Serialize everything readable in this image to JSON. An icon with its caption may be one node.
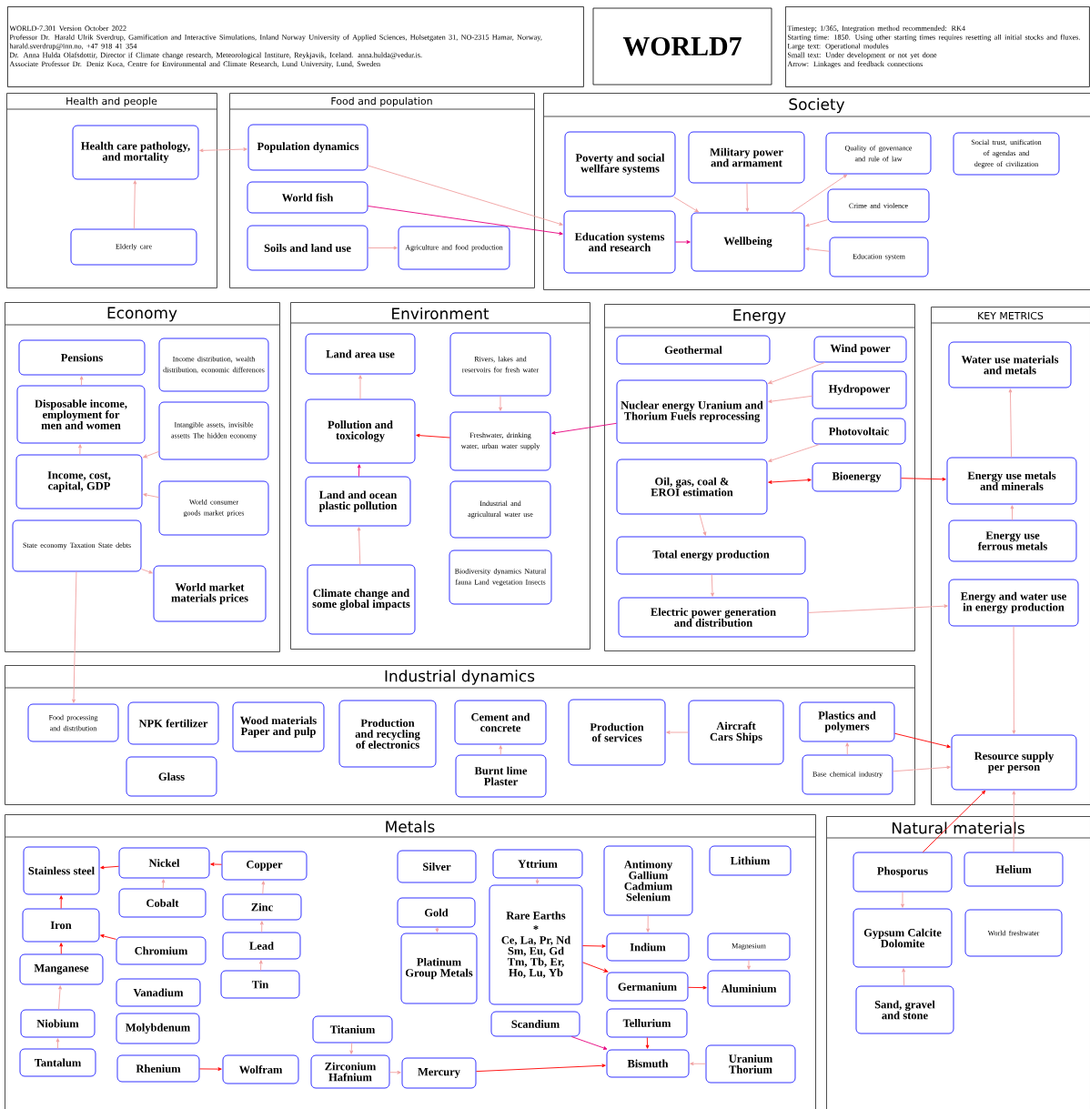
{
  "diagram": {
    "title": "WORLD7",
    "nodes": [
      {
        "text": [
          "WORLD-7.301 Version October 2022",
          "Professor Dr. Harald Ulrik Sverdrup, Gamification and Interactive Simulations, Inland Norway University of Applied Sciences, Holsetgaten 31, NO-2315 Hamar, Norway, harald.sverdrup@inn.no, +47 918 41 354",
          "Dr. Anna Hulda Olafsdottir, Director if Climate change research, Meteorological Institure,  Reykjavik, Iceland. anna.hulda@vedur.is.",
          "Associate Professor Dr. Deniz Koca, Centre for Environmental and Climate Research, Lund University, Lund, Sweden"
        ]
      },
      {
        "text": [
          "Timestep;  1/365, Integration method recommended: RK4",
          "Starting time: 1850. Using other starting times requires resetting all initial stocks and fluxes.",
          "Large text: Operational modules",
          "Small text: Under development or not yet done",
          "Arrow: Linkages and feedback connections"
        ]
      },
      {
        "text": [
          "Health and people"
        ]
      },
      {
        "text": [
          "Health care pathology, and mortality"
        ],
        "in": 2
      },
      {
        "text": [
          "Elderly care"
        ],
        "in": 2
      },
      {
        "text": [
          "Food and population"
        ]
      },
      {
        "text": [
          "Population dynamics"
        ],
        "in": 5
      },
      {
        "text": [
          "World fish"
        ],
        "in": 5
      },
      {
        "text": [
          "Soils and land use"
        ],
        "in": 5
      },
      {
        "text": [
          "Agriculture and food production"
        ],
        "in": 5
      },
      {
        "text": [
          "Society"
        ]
      },
      {
        "text": [
          "Poverty and social wellfare systems"
        ],
        "in": 10
      },
      {
        "text": [
          "Military power and armament"
        ],
        "in": 10
      },
      {
        "text": [
          "Quality of governance and rule of law"
        ],
        "in": 10
      },
      {
        "text": [
          "Social trust, unification of agendas and degree of civilization"
        ],
        "in": 10
      },
      {
        "text": [
          "Education systems and research"
        ],
        "in": 10
      },
      {
        "text": [
          "Wellbeing"
        ],
        "in": 10
      },
      {
        "text": [
          "Crime and violence"
        ],
        "in": 10
      },
      {
        "text": [
          "Education system"
        ],
        "in": 10
      },
      {
        "text": [
          "Economy"
        ]
      },
      {
        "text": [
          "Pensions"
        ],
        "in": 19
      },
      {
        "text": [
          "Income distribution, wealth distribution, economic differences"
        ],
        "in": 19
      },
      {
        "text": [
          "Disposable income, employment for men and women"
        ],
        "in": 19
      },
      {
        "text": [
          "Intangible assets, invisible assetts The hidden economy"
        ],
        "in": 19
      },
      {
        "text": [
          "Income, cost, capital, GDP"
        ],
        "in": 19
      },
      {
        "text": [
          "World consumer goods market prices"
        ],
        "in": 19
      },
      {
        "text": [
          "State economy Taxation State debts"
        ],
        "in": 19
      },
      {
        "text": [
          "World market materials prices"
        ],
        "in": 19
      },
      {
        "text": [
          "Environment"
        ]
      },
      {
        "text": [
          "Land area use"
        ],
        "in": 28
      },
      {
        "text": [
          "Rivers, lakes and reservoirs for fresh water"
        ],
        "in": 28
      },
      {
        "text": [
          "Pollution and toxicology"
        ],
        "in": 28
      },
      {
        "text": [
          "Freshwater, drinking water, urban water supply"
        ],
        "in": 28
      },
      {
        "text": [
          "Land and ocean plastic pollution"
        ],
        "in": 28
      },
      {
        "text": [
          "Industrial and agricultural water use"
        ],
        "in": 28
      },
      {
        "text": [
          "Climate change and some global impacts"
        ],
        "in": 28
      },
      {
        "text": [
          "Biodiversity dynamics Natural fauna Land vegetation Insects"
        ],
        "in": 28
      },
      {
        "text": [
          "Energy"
        ]
      },
      {
        "text": [
          "Geothermal"
        ],
        "in": 37
      },
      {
        "text": [
          "Wind power"
        ],
        "in": 37
      },
      {
        "text": [
          "Nuclear energy Uranium and Thorium Fuels reprocessing"
        ],
        "in": 37
      },
      {
        "text": [
          "Hydropower"
        ],
        "in": 37
      },
      {
        "text": [
          "Photovoltaic"
        ],
        "in": 37
      },
      {
        "text": [
          "Oil, gas, coal & EROI estimation"
        ],
        "in": 37
      },
      {
        "text": [
          "Bioenergy"
        ],
        "in": 37
      },
      {
        "text": [
          "Total energy production"
        ],
        "in": 37
      },
      {
        "text": [
          "Electric power generation and distribution"
        ],
        "in": 37
      },
      {
        "text": [
          "KEY METRICS"
        ]
      },
      {
        "text": [
          "Water use materials and metals"
        ],
        "in": 47
      },
      {
        "text": [
          "Energy use metals and minerals"
        ],
        "in": 47
      },
      {
        "text": [
          "Energy use ferrous metals"
        ],
        "in": 47
      },
      {
        "text": [
          "Energy and water use in energy production"
        ],
        "in": 47
      },
      {
        "text": [
          "Resource supply per person"
        ],
        "in": 47
      },
      {
        "text": [
          "Industrial dynamics"
        ]
      },
      {
        "text": [
          "Food processing and distribution"
        ],
        "in": 53
      },
      {
        "text": [
          "NPK fertilizer"
        ],
        "in": 53
      },
      {
        "text": [
          "Glass"
        ],
        "in": 53
      },
      {
        "text": [
          "Wood materials Paper and pulp"
        ],
        "in": 53
      },
      {
        "text": [
          "Production and recycling of electronics"
        ],
        "in": 53
      },
      {
        "text": [
          "Cement and concrete"
        ],
        "in": 53
      },
      {
        "text": [
          "Burnt lime Plaster"
        ],
        "in": 53
      },
      {
        "text": [
          "Production of services"
        ],
        "in": 53
      },
      {
        "text": [
          "Aircraft Cars Ships"
        ],
        "in": 53
      },
      {
        "text": [
          "Plastics and polymers"
        ],
        "in": 53
      },
      {
        "text": [
          "Base chemical industry"
        ],
        "in": 53
      },
      {
        "text": [
          "Metals"
        ]
      },
      {
        "text": [
          "Stainless steel"
        ],
        "in": 65
      },
      {
        "text": [
          "Nickel"
        ],
        "in": 65
      },
      {
        "text": [
          "Copper"
        ],
        "in": 65
      },
      {
        "text": [
          "Silver"
        ],
        "in": 65
      },
      {
        "text": [
          "Yttrium"
        ],
        "in": 65
      },
      {
        "text": [
          "Antimony Gallium Cadmium Selenium"
        ],
        "in": 65
      },
      {
        "text": [
          "Lithium"
        ],
        "in": 65
      },
      {
        "text": [
          "Cobalt"
        ],
        "in": 65
      },
      {
        "text": [
          "Zinc"
        ],
        "in": 65
      },
      {
        "text": [
          "Gold"
        ],
        "in": 65
      },
      {
        "text": [
          "Iron"
        ],
        "in": 65
      },
      {
        "text": [
          "Rare Earths",
          "*",
          "Ce, La, Pr, Nd Sm, Eu, Gd Tm, Tb, Er, Ho, Lu, Yb"
        ],
        "in": 65
      },
      {
        "text": [
          "Chromium"
        ],
        "in": 65
      },
      {
        "text": [
          "Lead"
        ],
        "in": 65
      },
      {
        "text": [
          "Platinum Group Metals"
        ],
        "in": 65
      },
      {
        "text": [
          "Indium"
        ],
        "in": 65
      },
      {
        "text": [
          "Magnesium"
        ],
        "in": 65
      },
      {
        "text": [
          "Manganese"
        ],
        "in": 65
      },
      {
        "text": [
          "Vanadium"
        ],
        "in": 65
      },
      {
        "text": [
          "Tin"
        ],
        "in": 65
      },
      {
        "text": [
          "Germanium"
        ],
        "in": 65
      },
      {
        "text": [
          "Aluminium"
        ],
        "in": 65
      },
      {
        "text": [
          "Niobium"
        ],
        "in": 65
      },
      {
        "text": [
          "Molybdenum"
        ],
        "in": 65
      },
      {
        "text": [
          "Titanium"
        ],
        "in": 65
      },
      {
        "text": [
          "Scandium"
        ],
        "in": 65
      },
      {
        "text": [
          "Tellurium"
        ],
        "in": 65
      },
      {
        "text": [
          "Tantalum"
        ],
        "in": 65
      },
      {
        "text": [
          "Rhenium"
        ],
        "in": 65
      },
      {
        "text": [
          "Wolfram"
        ],
        "in": 65
      },
      {
        "text": [
          "Zirconium Hafnium"
        ],
        "in": 65
      },
      {
        "text": [
          "Mercury"
        ],
        "in": 65
      },
      {
        "text": [
          "Bismuth"
        ],
        "in": 65
      },
      {
        "text": [
          "Uranium Thorium"
        ],
        "in": 65
      },
      {
        "text": [
          "Natural materials"
        ]
      },
      {
        "text": [
          "Phosporus"
        ],
        "in": 100
      },
      {
        "text": [
          "Helium"
        ],
        "in": 100
      },
      {
        "text": [
          "Gypsum Calcite Dolomite"
        ],
        "in": 100
      },
      {
        "text": [
          "World freshwater"
        ],
        "in": 100
      },
      {
        "text": [
          "Sand, gravel and stone"
        ],
        "in": 100
      }
    ],
    "edges": [
      {
        "from": 3,
        "to": 6,
        "arrow": "both"
      },
      {
        "from": 4,
        "to": 3,
        "arrow": "to"
      },
      {
        "from": 6,
        "to": 15,
        "arrow": "to"
      },
      {
        "from": 7,
        "to": 15,
        "arrow": "to",
        "color": "#e6007e"
      },
      {
        "from": 8,
        "to": 9,
        "arrow": "to"
      },
      {
        "from": 11,
        "to": 16,
        "arrow": "to"
      },
      {
        "from": 12,
        "to": 16,
        "arrow": "to"
      },
      {
        "from": 15,
        "to": 16,
        "arrow": "to",
        "color": "#e6007e"
      },
      {
        "from": 16,
        "to": 13,
        "arrow": "to"
      },
      {
        "from": 17,
        "to": 16,
        "arrow": "to"
      },
      {
        "from": 18,
        "to": 16,
        "arrow": "to"
      },
      {
        "from": 24,
        "to": 22,
        "arrow": "to"
      },
      {
        "from": 22,
        "to": 20,
        "arrow": "to"
      },
      {
        "from": 26,
        "to": 54,
        "arrow": "to"
      },
      {
        "from": 26,
        "to": 27,
        "arrow": "to"
      },
      {
        "from": 25,
        "to": 24,
        "arrow": "to"
      },
      {
        "from": 23,
        "to": 24,
        "arrow": "to"
      },
      {
        "from": 32,
        "to": 31,
        "arrow": "to",
        "color": "#ff0000"
      },
      {
        "from": 30,
        "to": 32,
        "arrow": "to"
      },
      {
        "from": 40,
        "to": 32,
        "arrow": "to",
        "color": "#e6007e"
      },
      {
        "from": 31,
        "to": 29,
        "arrow": "to"
      },
      {
        "from": 33,
        "to": 31,
        "arrow": "to",
        "color": "#e6007e"
      },
      {
        "from": 35,
        "to": 33,
        "arrow": "to"
      },
      {
        "from": 44,
        "to": 43,
        "arrow": "both",
        "color": "#ff0000"
      },
      {
        "from": 44,
        "to": 49,
        "arrow": "to",
        "color": "#ff0000"
      },
      {
        "from": 41,
        "to": 40,
        "arrow": "to"
      },
      {
        "from": 42,
        "to": 43,
        "arrow": "to"
      },
      {
        "from": 39,
        "to": 40,
        "arrow": "to"
      },
      {
        "from": 43,
        "to": 45,
        "arrow": "to"
      },
      {
        "from": 45,
        "to": 46,
        "arrow": "to"
      },
      {
        "from": 46,
        "to": 51,
        "arrow": "to"
      },
      {
        "from": 50,
        "to": 49,
        "arrow": "to"
      },
      {
        "from": 49,
        "to": 48,
        "arrow": "to"
      },
      {
        "from": 51,
        "to": 52,
        "arrow": "to"
      },
      {
        "from": 60,
        "to": 59,
        "arrow": "to"
      },
      {
        "from": 64,
        "to": 63,
        "arrow": "to"
      },
      {
        "from": 62,
        "to": 61,
        "arrow": "to"
      },
      {
        "from": 63,
        "to": 52,
        "arrow": "to",
        "color": "#ff0000"
      },
      {
        "from": 64,
        "to": 52,
        "arrow": "to"
      },
      {
        "from": 67,
        "to": 66,
        "arrow": "to",
        "color": "#ff0000"
      },
      {
        "from": 76,
        "to": 66,
        "arrow": "to",
        "color": "#ff0000"
      },
      {
        "from": 83,
        "to": 76,
        "arrow": "to",
        "color": "#ff0000"
      },
      {
        "from": 78,
        "to": 76,
        "arrow": "to",
        "color": "#ff0000"
      },
      {
        "from": 73,
        "to": 67,
        "arrow": "to"
      },
      {
        "from": 68,
        "to": 67,
        "arrow": "to",
        "color": "#ff0000"
      },
      {
        "from": 74,
        "to": 68,
        "arrow": "to"
      },
      {
        "from": 79,
        "to": 74,
        "arrow": "to"
      },
      {
        "from": 85,
        "to": 79,
        "arrow": "to"
      },
      {
        "from": 88,
        "to": 83,
        "arrow": "to"
      },
      {
        "from": 93,
        "to": 88,
        "arrow": "to"
      },
      {
        "from": 94,
        "to": 95,
        "arrow": "to",
        "color": "#ff0000"
      },
      {
        "from": 96,
        "to": 97,
        "arrow": "to"
      },
      {
        "from": 97,
        "to": 98,
        "arrow": "to",
        "color": "#ff0000"
      },
      {
        "from": 91,
        "to": 98,
        "arrow": "to",
        "color": "#e6007e"
      },
      {
        "from": 92,
        "to": 98,
        "arrow": "to",
        "color": "#ff0000"
      },
      {
        "from": 99,
        "to": 98,
        "arrow": "to"
      },
      {
        "from": 77,
        "to": 81,
        "arrow": "to",
        "color": "#ff0000"
      },
      {
        "from": 77,
        "to": 86,
        "arrow": "to",
        "color": "#ff0000"
      },
      {
        "from": 82,
        "to": 87,
        "arrow": "to"
      },
      {
        "from": 86,
        "to": 87,
        "arrow": "to",
        "color": "#ff0000"
      },
      {
        "from": 71,
        "to": 81,
        "arrow": "to"
      },
      {
        "from": 75,
        "to": 80,
        "arrow": "to"
      },
      {
        "from": 70,
        "to": 77,
        "arrow": "to"
      },
      {
        "from": 90,
        "to": 96,
        "arrow": "to"
      },
      {
        "from": 101,
        "to": 52,
        "arrow": "to",
        "color": "#ff0000"
      },
      {
        "from": 102,
        "to": 52,
        "arrow": "to"
      },
      {
        "from": 101,
        "to": 103,
        "arrow": "to"
      },
      {
        "from": 105,
        "to": 103,
        "arrow": "to"
      }
    ]
  }
}
